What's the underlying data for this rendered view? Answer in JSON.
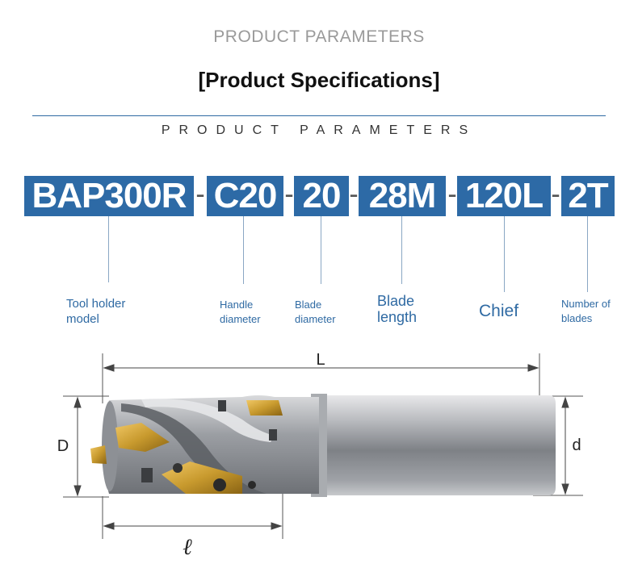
{
  "header": {
    "top_heading": "PRODUCT PARAMETERS",
    "main_title": "[Product Specifications]",
    "spaced_heading": "PRODUCT PARAMETERS"
  },
  "model_code": {
    "segments": [
      {
        "code": "BAP300R",
        "desc": "Tool holder model"
      },
      {
        "code": "C20",
        "desc": "Handle diameter"
      },
      {
        "code": "20",
        "desc": "Blade diameter"
      },
      {
        "code": "28M",
        "desc": "Blade length"
      },
      {
        "code": "120L",
        "desc": "Chief"
      },
      {
        "code": "2T",
        "desc": "Number of blades"
      }
    ],
    "separator": "-"
  },
  "dimensions": {
    "overall_length": "L",
    "blade_length": "ℓ",
    "cutting_diameter": "D",
    "shank_diameter": "d"
  },
  "colors": {
    "accent_blue": "#2d6aa6",
    "label_blue": "#2f6aa3",
    "insert_gold": "#c89a2e"
  }
}
